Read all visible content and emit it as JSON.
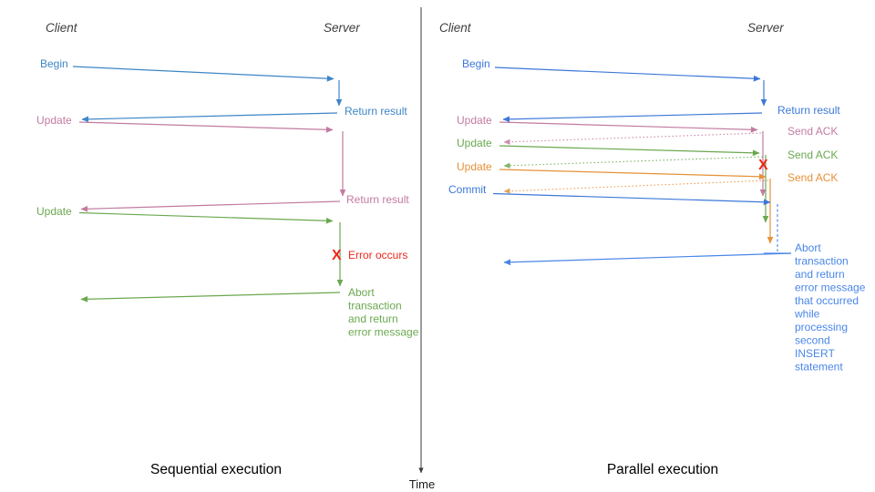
{
  "axis": {
    "label": "Time"
  },
  "colors": {
    "blue_left": "#3d85c6",
    "blue_right": "#3c78d8",
    "blue_abort": "#4a86e8",
    "pink": "#c27ba0",
    "green": "#6aa84f",
    "orange": "#e69138",
    "red": "#ee281c",
    "axis_line": "#3a3a3a",
    "header_text": "#3d3d3d",
    "title_text": "#000000"
  },
  "left": {
    "title": "Sequential execution",
    "client": "Client",
    "server": "Server",
    "begin": "Begin",
    "return_result_1": "Return result",
    "update_1": "Update",
    "return_result_2": "Return result",
    "update_2": "Update",
    "error_marker": "X",
    "error_label": "Error occurs",
    "abort_lines": [
      "Abort",
      "transaction",
      "and return",
      "error message"
    ]
  },
  "right": {
    "title": "Parallel execution",
    "client": "Client",
    "server": "Server",
    "begin": "Begin",
    "return_result": "Return result",
    "update_1": "Update",
    "send_ack_1": "Send ACK",
    "update_2": "Update",
    "send_ack_2": "Send ACK",
    "update_3": "Update",
    "send_ack_3": "Send ACK",
    "commit": "Commit",
    "error_marker": "X",
    "abort_lines": [
      "Abort",
      "transaction",
      "and return",
      "error message",
      "that occurred",
      "while",
      "processing",
      "second",
      "INSERT",
      "statement"
    ]
  }
}
